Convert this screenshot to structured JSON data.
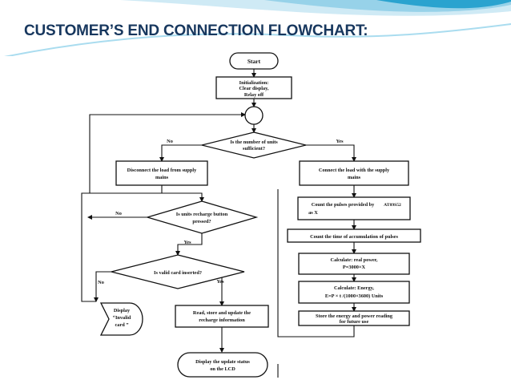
{
  "slide": {
    "title": "CUSTOMER’S END CONNECTION FLOWCHART:",
    "colors": {
      "title": "#17375e",
      "wave_dark": "#2aa3cf",
      "wave_light": "#a9dcef",
      "ink": "#111111"
    }
  },
  "flowchart": {
    "start": "Start",
    "init": [
      "Initialization:",
      "Clear display,",
      "Relay off"
    ],
    "decision_units": [
      "Is the number of units",
      "sufficient?"
    ],
    "label_no_units": "No",
    "label_yes_units": "Yes",
    "disconnect": [
      "Disconnect the load from supply",
      "mains"
    ],
    "connect": [
      "Connect the load with the supply",
      "mains"
    ],
    "count_pulses": [
      "Count the pulses provided by",
      "as X"
    ],
    "chip": "AT89S52",
    "count_time": "Count the time of accumulation of pulses",
    "calc_power": [
      "Calculate: real power,",
      "P=3000×X"
    ],
    "calc_energy": [
      "Calculate: Energy,",
      "E=P × t  /(1000×3600) Units"
    ],
    "store": [
      "Store the energy and power reading",
      "for future use"
    ],
    "decision_recharge": [
      "Is units recharge button",
      "pressed?"
    ],
    "label_no_recharge": "No",
    "label_yes_recharge": "Yes",
    "decision_card": "Is valid card inserted?",
    "label_no_card": "No",
    "label_yes_card": "Yes",
    "invalid": [
      "Display",
      "“Invalid",
      "card ”"
    ],
    "update_info": [
      "Read, store and update the",
      "recharge information"
    ],
    "display_status": [
      "Display the update status",
      "on the LCD"
    ]
  }
}
